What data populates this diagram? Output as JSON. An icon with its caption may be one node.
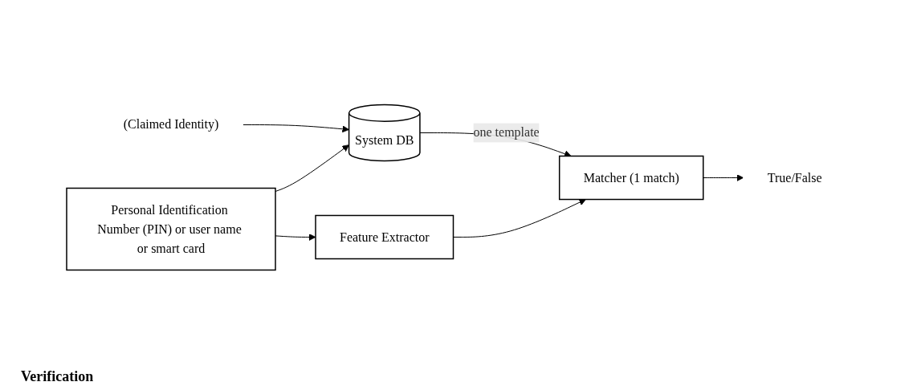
{
  "diagram": {
    "nodes": [
      {
        "text": [
          "(Claimed Identity)"
        ]
      },
      {
        "text": [
          "Personal Identification Number (PIN) or user name or smart card"
        ]
      },
      {
        "text": [
          "Feature Extractor"
        ]
      },
      {
        "text": [
          "Matcher (1 match)"
        ]
      },
      {
        "text": [
          "System DB"
        ]
      },
      {
        "text": [
          "True/False"
        ]
      }
    ],
    "edges": [
      {
        "from": 0,
        "to": 4,
        "arrow": "to"
      },
      {
        "from": 1,
        "to": 4,
        "arrow": "to"
      },
      {
        "from": 1,
        "to": 2,
        "arrow": "to"
      },
      {
        "from": 2,
        "to": 3,
        "arrow": "to"
      },
      {
        "from": 4,
        "to": 3,
        "arrow": "to",
        "label": "one template"
      },
      {
        "from": 3,
        "to": 5,
        "arrow": "to"
      }
    ],
    "labels": [
      "Verification"
    ]
  }
}
